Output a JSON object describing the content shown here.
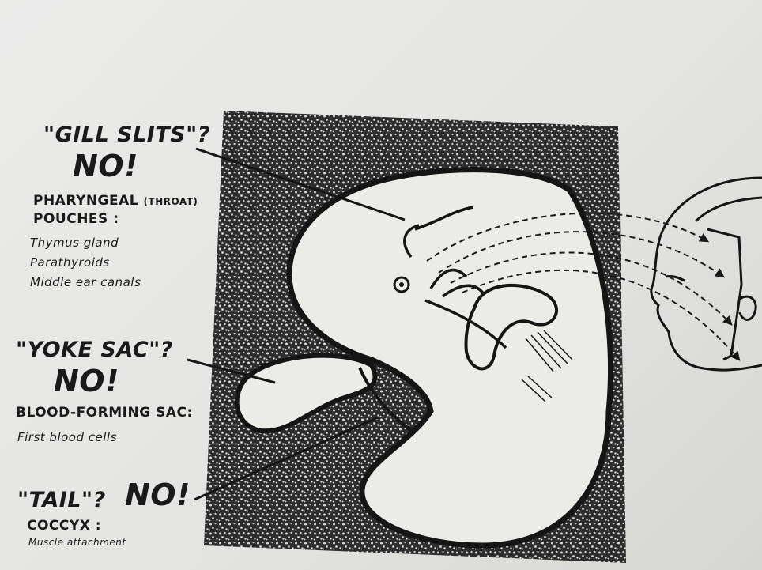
{
  "labels": {
    "gill": {
      "question": "\"GILL SLITS\"?",
      "answer": "NO!",
      "heading_main": "PHARYNGEAL ",
      "heading_paren": "(THROAT)",
      "heading_line2": "POUCHES :",
      "items": [
        "Thymus gland",
        "Parathyroids",
        "Middle ear canals"
      ]
    },
    "yolk": {
      "question": "\"YOKE SAC\"?",
      "answer": "NO!",
      "heading": "BLOOD-FORMING SAC:",
      "items": [
        "First blood cells"
      ]
    },
    "tail": {
      "question": "\"TAIL\"?",
      "answer": "NO!",
      "heading": "COCCYX :",
      "items": [
        "Muscle attachment"
      ]
    }
  },
  "colors": {
    "ink": "#1a1a1a",
    "paper": "#e8e8e6",
    "stipple_background": "#333333"
  }
}
